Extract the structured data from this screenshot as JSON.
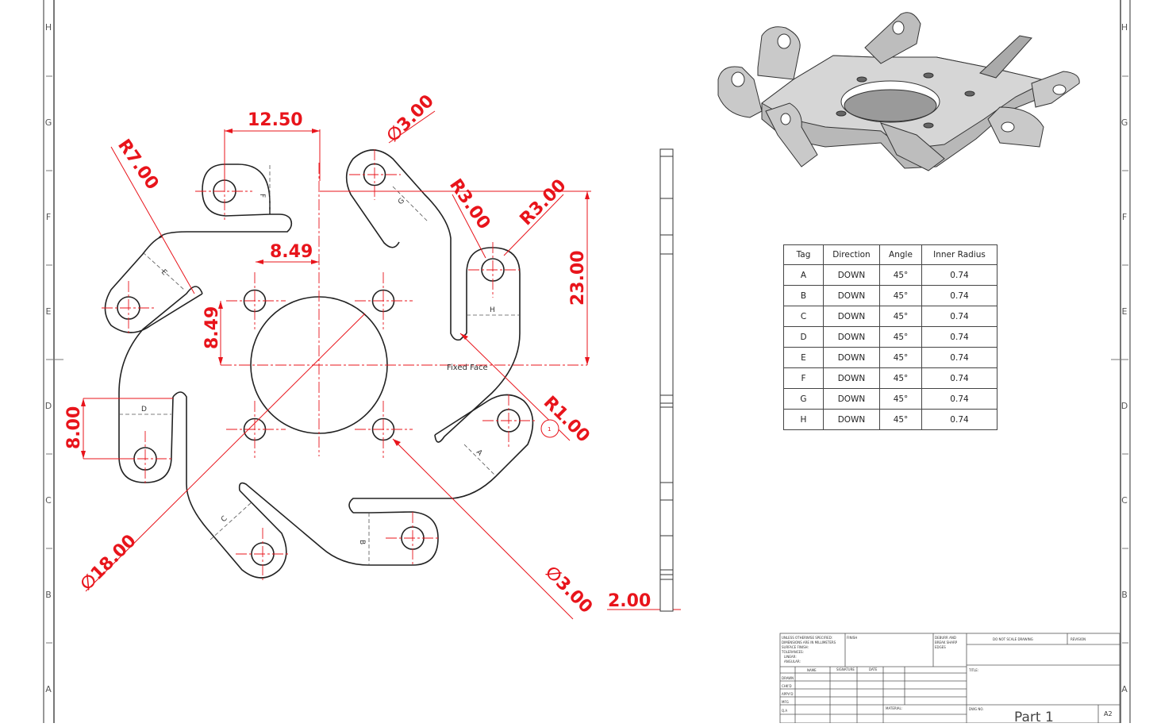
{
  "zones": {
    "rows": [
      "H",
      "G",
      "F",
      "E",
      "D",
      "C",
      "B",
      "A"
    ]
  },
  "dimensions": {
    "d1": "12.50",
    "d2": "∅3.00",
    "d3": "R7.00",
    "d4": "R3.00",
    "d5": "R3.00",
    "d6": "8.49",
    "d7": "23.00",
    "d8": "8.49",
    "d9": "R1.00",
    "d10": "8.00",
    "d11": "∅18.00",
    "d12": "∅3.00",
    "d13": "2.00"
  },
  "bend_labels": {
    "a": "A",
    "b": "B",
    "c": "C",
    "d": "D",
    "e": "E",
    "f": "F",
    "g": "G",
    "h": "H"
  },
  "fixed_face_label": "Fixed Face",
  "callout_label": "1",
  "bend_table": {
    "headers": [
      "Tag",
      "Direction",
      "Angle",
      "Inner Radius"
    ],
    "rows": [
      [
        "A",
        "DOWN",
        "45°",
        "0.74"
      ],
      [
        "B",
        "DOWN",
        "45°",
        "0.74"
      ],
      [
        "C",
        "DOWN",
        "45°",
        "0.74"
      ],
      [
        "D",
        "DOWN",
        "45°",
        "0.74"
      ],
      [
        "E",
        "DOWN",
        "45°",
        "0.74"
      ],
      [
        "F",
        "DOWN",
        "45°",
        "0.74"
      ],
      [
        "G",
        "DOWN",
        "45°",
        "0.74"
      ],
      [
        "H",
        "DOWN",
        "45°",
        "0.74"
      ]
    ]
  },
  "title_block": {
    "notes": [
      "UNLESS OTHERWISE SPECIFIED:",
      "DIMENSIONS ARE IN MILLIMETERS",
      "SURFACE FINISH:",
      "TOLERANCES:",
      "LINEAR:",
      "ANGULAR:"
    ],
    "finish": "FINISH",
    "deburr": [
      "DEBURR AND",
      "BREAK SHARP",
      "EDGES"
    ],
    "do_not_scale": "DO NOT SCALE DRAWING",
    "revision": "REVISION",
    "name_col": "NAME",
    "signature_col": "SIGNATURE",
    "date_col": "DATE",
    "rows": [
      "DRAWN",
      "CHK'D",
      "APPV'D",
      "MFG",
      "Q.A"
    ],
    "material": "MATERIAL:",
    "title": "TITLE:",
    "dwg_no": "DWG NO.",
    "part_name": "Part 1",
    "sheet_size": "A2"
  },
  "colors": {
    "dimension": "#e8141b",
    "geometry": "#222222",
    "frame": "#777777"
  }
}
